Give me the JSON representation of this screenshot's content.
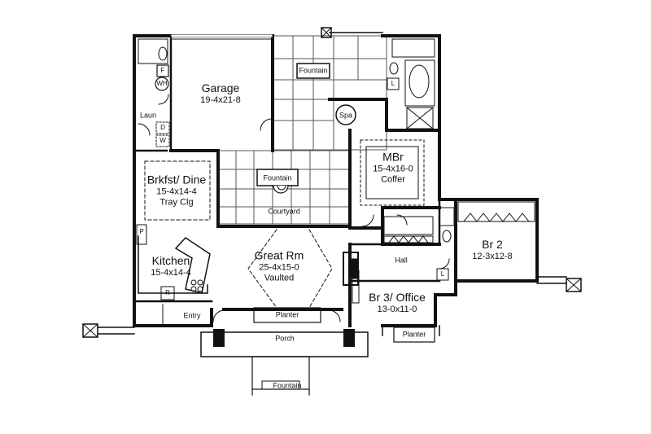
{
  "rooms": {
    "garage": {
      "name": "Garage",
      "dims": "19-4x21-8"
    },
    "breakfast": {
      "name": "Brkfst/ Dine",
      "dims": "15-4x14-4",
      "note": "Tray Clg"
    },
    "kitchen": {
      "name": "Kitchen",
      "dims": "15-4x14-4"
    },
    "great_room": {
      "name": "Great Rm",
      "dims": "25-4x15-0",
      "note": "Vaulted"
    },
    "master": {
      "name": "MBr",
      "dims": "15-4x16-0",
      "note": "Coffer"
    },
    "bedroom2": {
      "name": "Br 2",
      "dims": "12-3x12-8"
    },
    "bedroom3": {
      "name": "Br 3/ Office",
      "dims": "13-0x11-0"
    }
  },
  "labels": {
    "laundry": "Laun",
    "fountain_top": "Fountain",
    "fountain_courtyard": "Fountain",
    "fountain_front": "Fountain",
    "courtyard": "Courtyard",
    "spa": "Spa",
    "hall": "Hall",
    "entry": "Entry",
    "porch": "Porch",
    "planter_center": "Planter",
    "planter_right": "Planter"
  },
  "fixtures": {
    "freezer": "F",
    "water_heater": "WH",
    "dryer": "D",
    "washer": "W",
    "pantry": "P",
    "refrigerator": "R",
    "linen_master": "L",
    "linen_hall": "L"
  }
}
